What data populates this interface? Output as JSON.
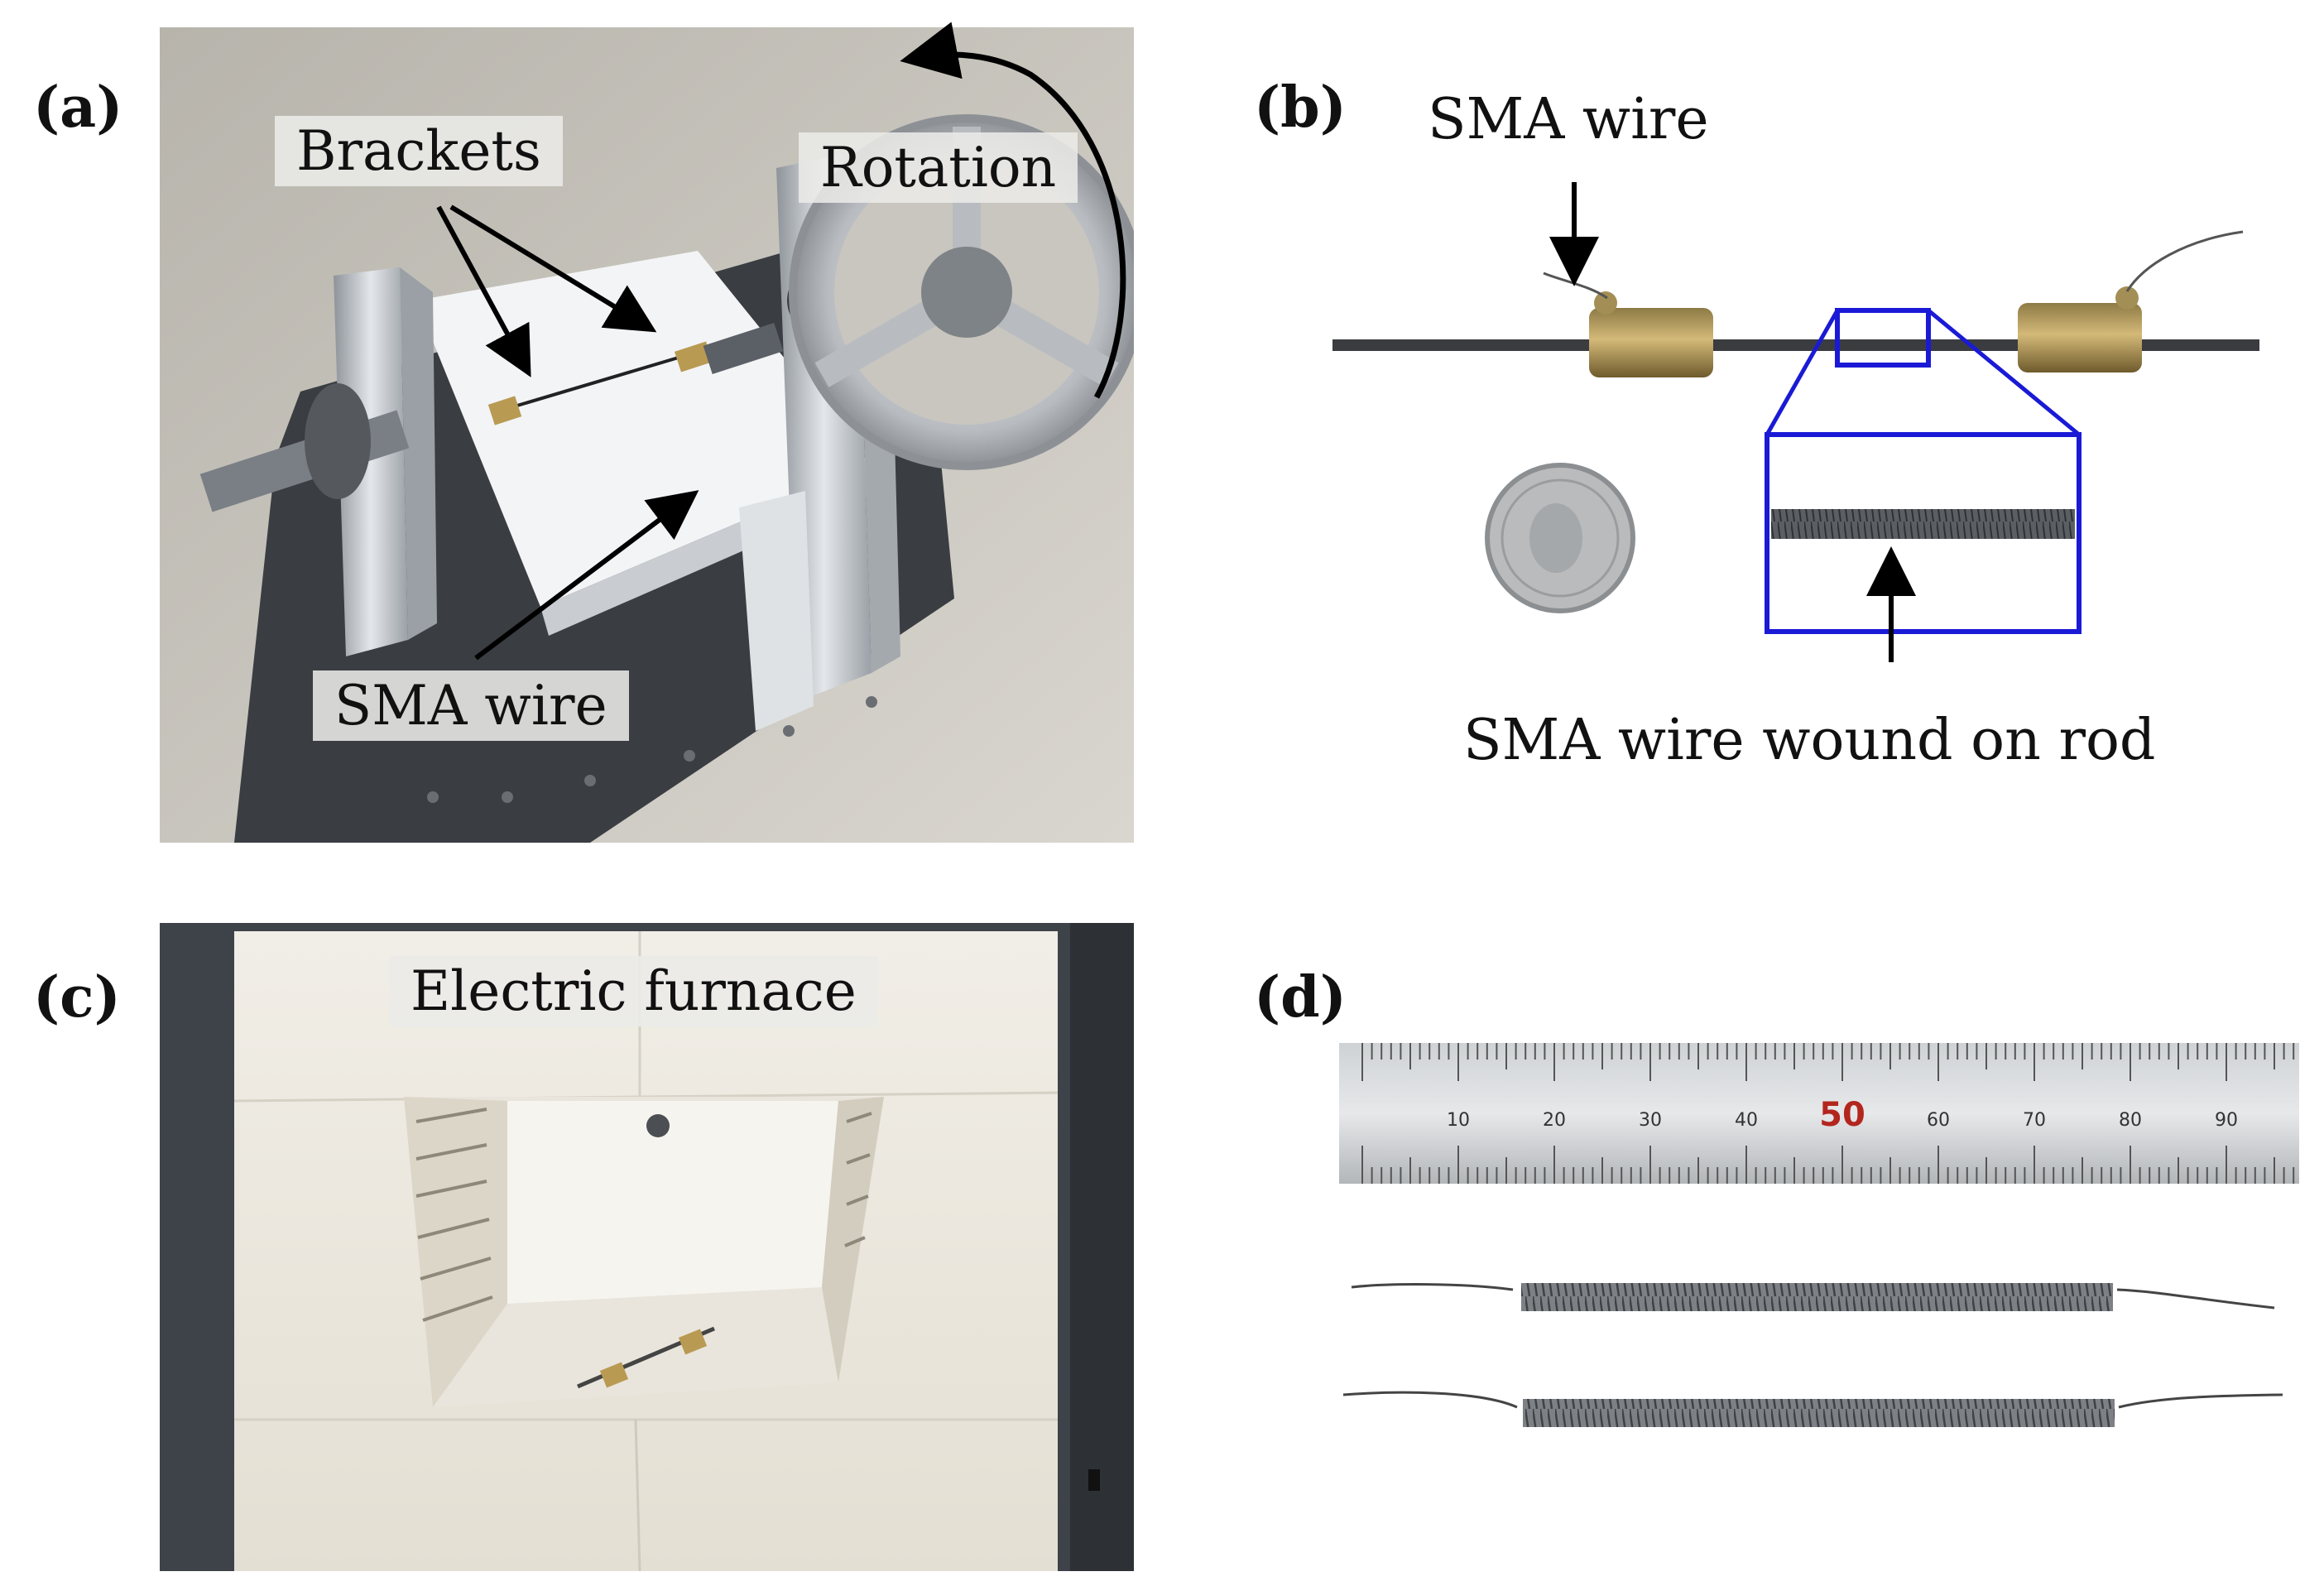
{
  "panels": {
    "a": {
      "letter": "(a)",
      "labels": {
        "brackets": "Brackets",
        "rotation": "Rotation",
        "sma_wire": "SMA wire"
      }
    },
    "b": {
      "letter": "(b)",
      "labels": {
        "sma_wire": "SMA wire",
        "wound": "SMA wire wound on rod"
      },
      "colors": {
        "zoom_box": "#1a1ad6"
      }
    },
    "c": {
      "letter": "(c)",
      "labels": {
        "furnace": "Electric furnace"
      }
    },
    "d": {
      "letter": "(d)",
      "ruler": {
        "labels": [
          "10",
          "20",
          "30",
          "40",
          "50",
          "60",
          "70",
          "80",
          "90",
          "10"
        ],
        "highlight": "50"
      }
    }
  }
}
